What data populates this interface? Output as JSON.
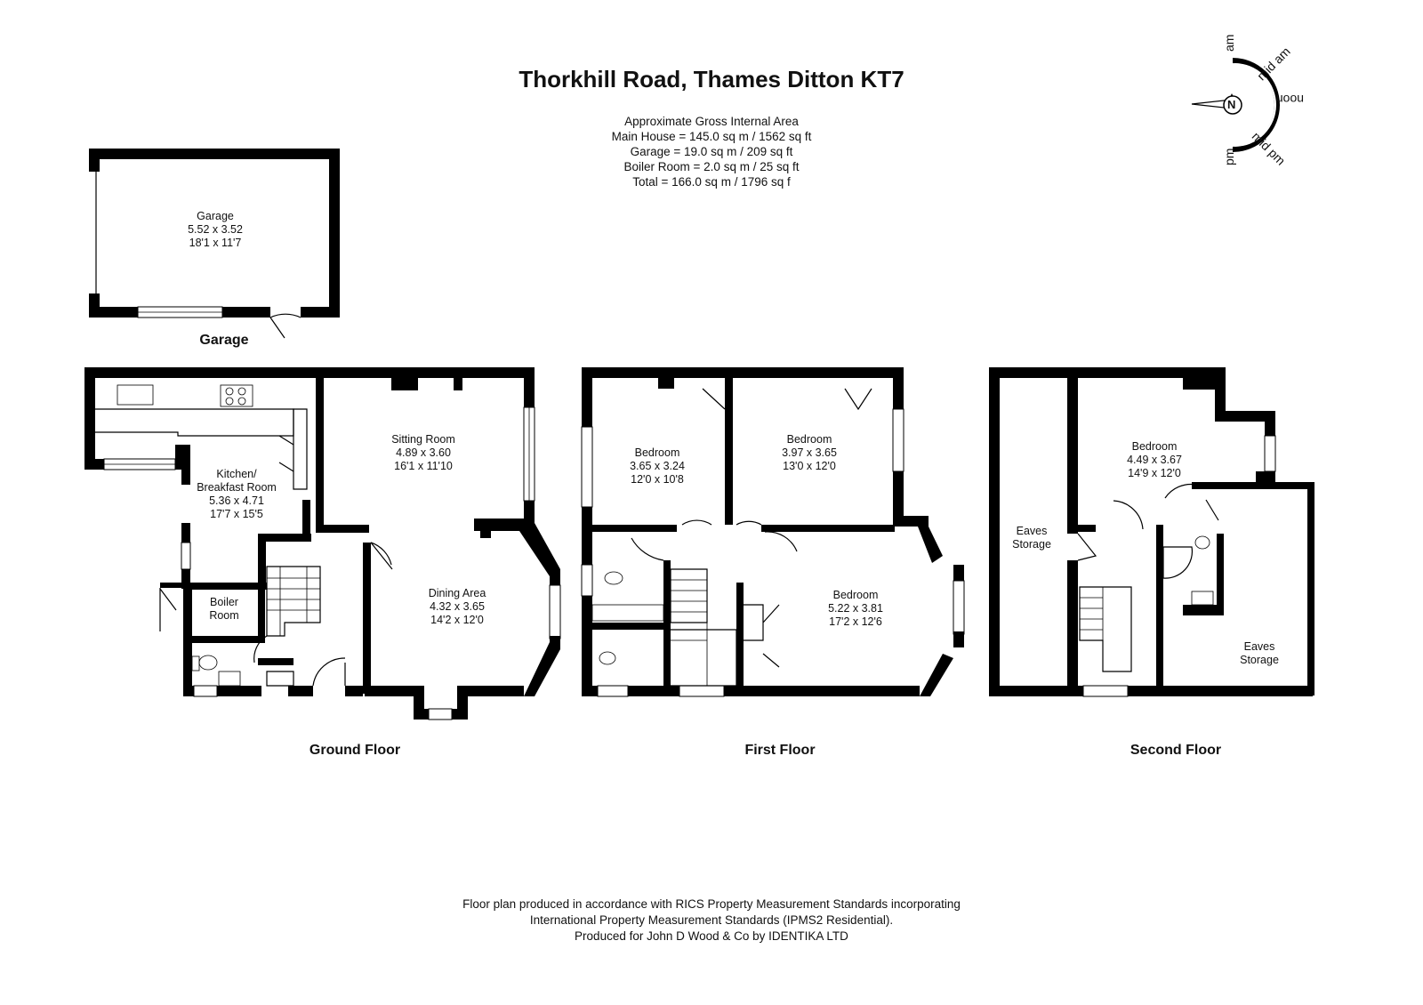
{
  "title": "Thorkhill Road, Thames Ditton KT7",
  "area_summary": {
    "heading": "Approximate Gross Internal Area",
    "lines": [
      "Main House = 145.0 sq m / 1562 sq ft",
      "Garage = 19.0 sq m / 209 sq ft",
      "Boiler Room = 2.0 sq m / 25 sq ft",
      "Total = 166.0 sq m / 1796 sq f"
    ]
  },
  "compass": {
    "north": "N",
    "labels": [
      "am",
      "mid am",
      "noon",
      "mid pm",
      "pm"
    ]
  },
  "floors": {
    "garage": "Garage",
    "ground": "Ground Floor",
    "first": "First Floor",
    "second": "Second Floor"
  },
  "rooms": {
    "garage": {
      "name": "Garage",
      "metric": "5.52 x 3.52",
      "imperial": "18'1 x 11'7"
    },
    "sitting": {
      "name": "Sitting Room",
      "metric": "4.89 x 3.60",
      "imperial": "16'1 x 11'10"
    },
    "kitchen": {
      "name": "Kitchen/",
      "name2": "Breakfast Room",
      "metric": "5.36 x 4.71",
      "imperial": "17'7 x 15'5"
    },
    "dining": {
      "name": "Dining Area",
      "metric": "4.32 x 3.65",
      "imperial": "14'2 x 12'0"
    },
    "boiler": {
      "name": "Boiler",
      "name2": "Room"
    },
    "bed1": {
      "name": "Bedroom",
      "metric": "3.65 x 3.24",
      "imperial": "12'0 x 10'8"
    },
    "bed2": {
      "name": "Bedroom",
      "metric": "3.97 x 3.65",
      "imperial": "13'0 x 12'0"
    },
    "bed3": {
      "name": "Bedroom",
      "metric": "5.22 x 3.81",
      "imperial": "17'2 x 12'6"
    },
    "bed4": {
      "name": "Bedroom",
      "metric": "4.49 x 3.67",
      "imperial": "14'9 x 12'0"
    },
    "eaves1": {
      "name": "Eaves",
      "name2": "Storage"
    },
    "eaves2": {
      "name": "Eaves",
      "name2": "Storage"
    }
  },
  "footer": {
    "lines": [
      "Floor plan produced in accordance with RICS Property Measurement Standards incorporating",
      "International Property Measurement Standards (IPMS2 Residential).",
      "Produced for John D Wood & Co by IDENTIKA LTD"
    ]
  }
}
